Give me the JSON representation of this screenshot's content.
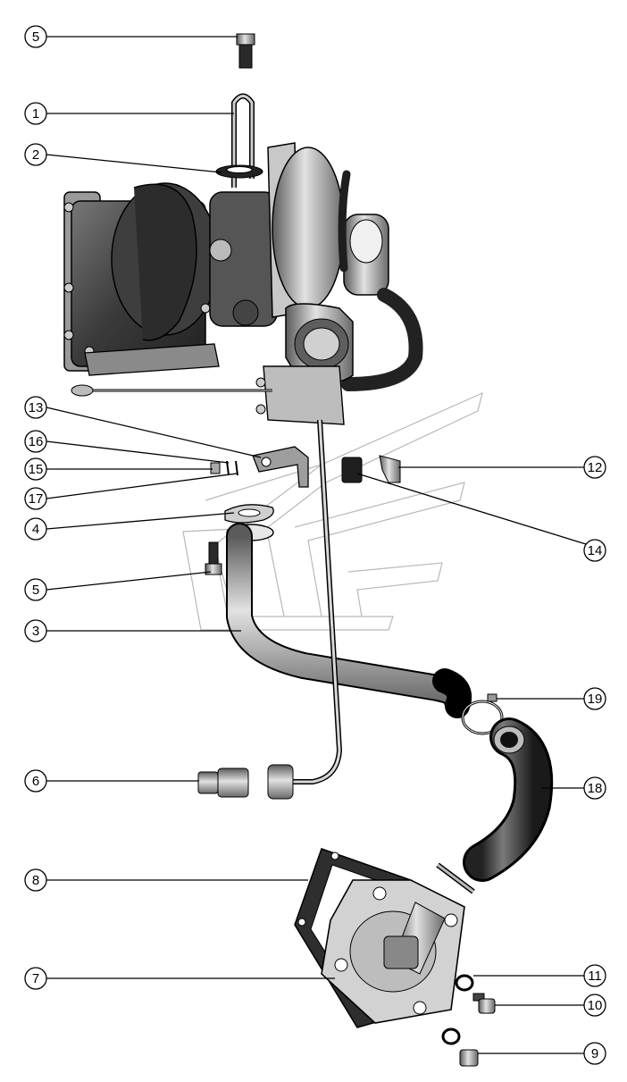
{
  "callouts": {
    "c1": "1",
    "c2": "2",
    "c3": "3",
    "c4": "4",
    "c5a": "5",
    "c5b": "5",
    "c6": "6",
    "c7": "7",
    "c8": "8",
    "c9": "9",
    "c10": "10",
    "c11": "11",
    "c12": "12",
    "c13": "13",
    "c14": "14",
    "c15": "15",
    "c16": "16",
    "c17": "17",
    "c18": "18",
    "c19": "19"
  },
  "colors": {
    "line": "#000000",
    "metal_dark": "#4a4a4a",
    "metal_mid": "#8c8c8c",
    "metal_light": "#d6d6d6",
    "watermark": "#b8b8b8"
  }
}
